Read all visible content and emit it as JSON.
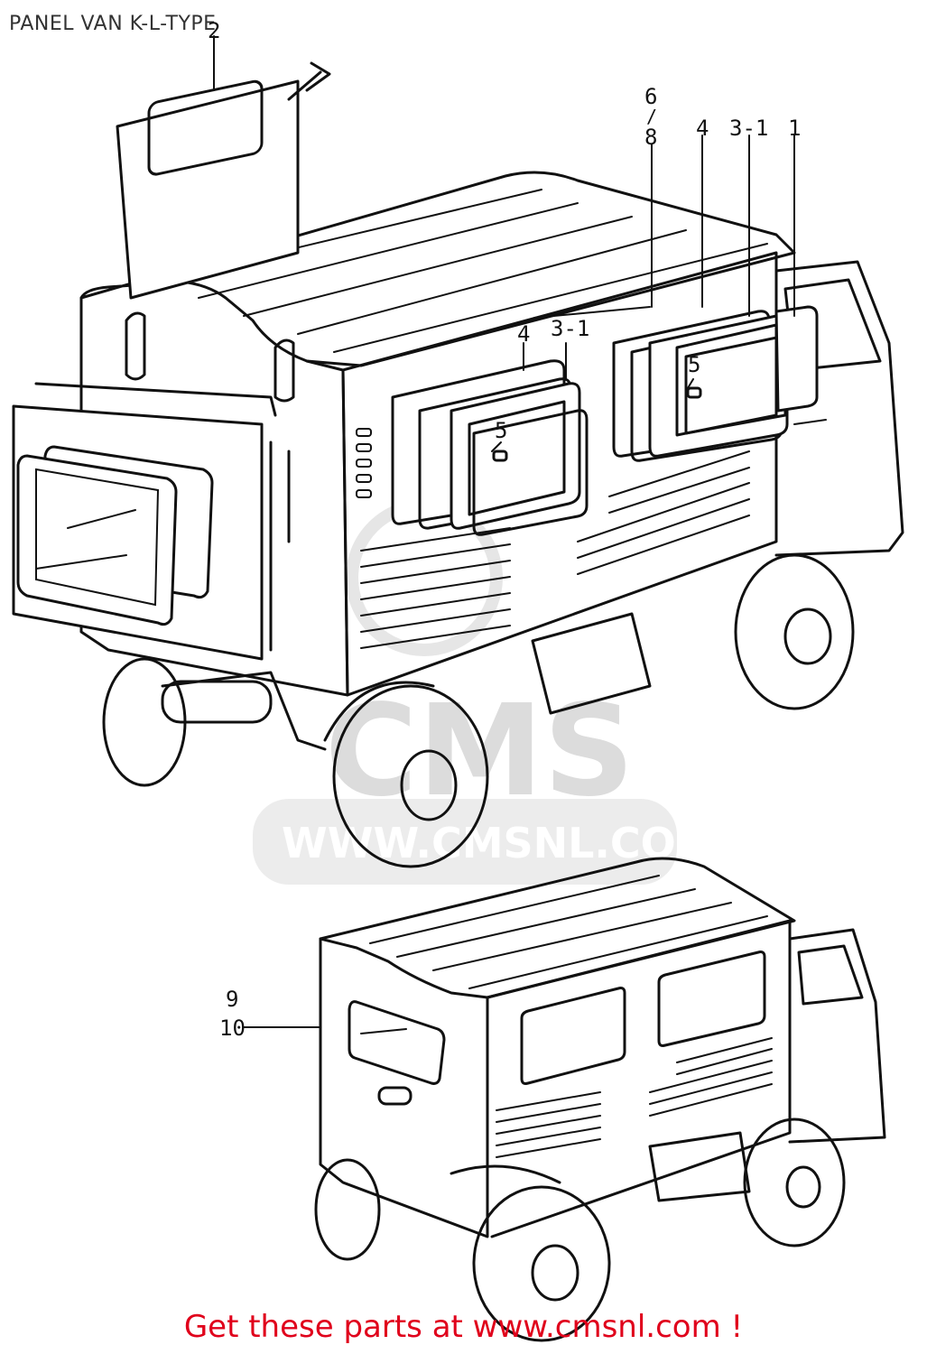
{
  "page": {
    "title": "PANEL VAN K-L-TYPE",
    "footer_cta": "Get these parts at www.cmsnl.com !",
    "watermark": {
      "logo_text": "CMS",
      "url": "WWW.CMSNL.COM"
    },
    "colors": {
      "cta": "#e0001b",
      "line": "#111111",
      "watermark": "#dcdcdc"
    }
  },
  "callouts": {
    "top_2": "2",
    "top_6": "6",
    "top_8": "8",
    "top_4": "4",
    "top_3_1": "3-1",
    "top_1": "1",
    "mid_4": "4",
    "mid_3_1": "3-1",
    "mid_5_left": "5",
    "mid_5_right": "5",
    "bottom_9": "9",
    "bottom_10": "10"
  }
}
